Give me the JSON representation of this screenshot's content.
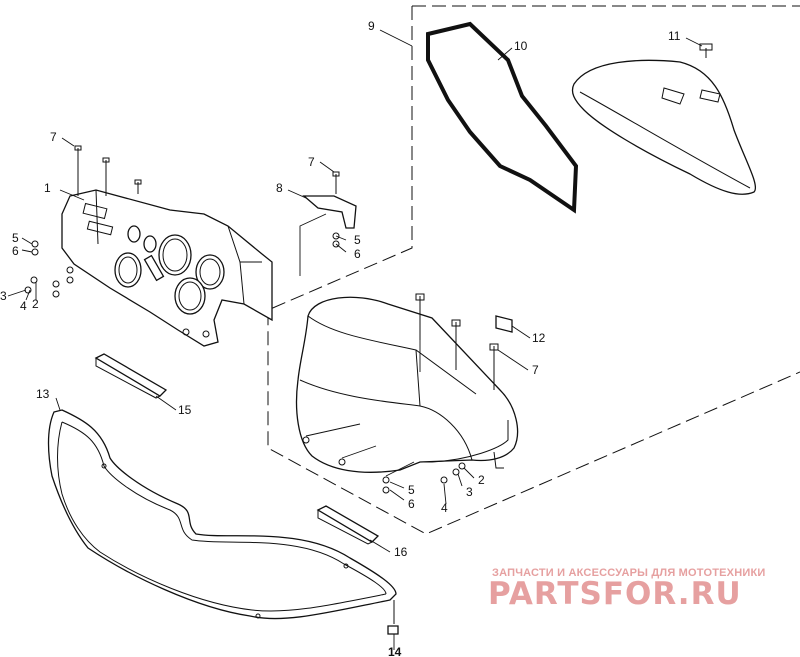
{
  "callouts": [
    {
      "id": "c1",
      "text": "1"
    },
    {
      "id": "c2a",
      "text": "2"
    },
    {
      "id": "c2b",
      "text": "2"
    },
    {
      "id": "c3a",
      "text": "3"
    },
    {
      "id": "c3b",
      "text": "3"
    },
    {
      "id": "c4a",
      "text": "4"
    },
    {
      "id": "c4b",
      "text": "4"
    },
    {
      "id": "c5a",
      "text": "5"
    },
    {
      "id": "c5b",
      "text": "5"
    },
    {
      "id": "c5c",
      "text": "5"
    },
    {
      "id": "c6a",
      "text": "6"
    },
    {
      "id": "c6b",
      "text": "6"
    },
    {
      "id": "c6c",
      "text": "6"
    },
    {
      "id": "c7a",
      "text": "7"
    },
    {
      "id": "c7b",
      "text": "7"
    },
    {
      "id": "c7c",
      "text": "7"
    },
    {
      "id": "c8",
      "text": "8"
    },
    {
      "id": "c9",
      "text": "9"
    },
    {
      "id": "c10",
      "text": "10"
    },
    {
      "id": "c11",
      "text": "11"
    },
    {
      "id": "c12",
      "text": "12"
    },
    {
      "id": "c13",
      "text": "13"
    },
    {
      "id": "c14",
      "text": "14"
    },
    {
      "id": "c15",
      "text": "15"
    },
    {
      "id": "c16",
      "text": "16"
    }
  ],
  "watermark": {
    "tagline": "ЗАПЧАСТИ И АКСЕССУАРЫ ДЛЯ МОТОТЕХНИКИ",
    "brand": "PARTSFOR.RU"
  }
}
